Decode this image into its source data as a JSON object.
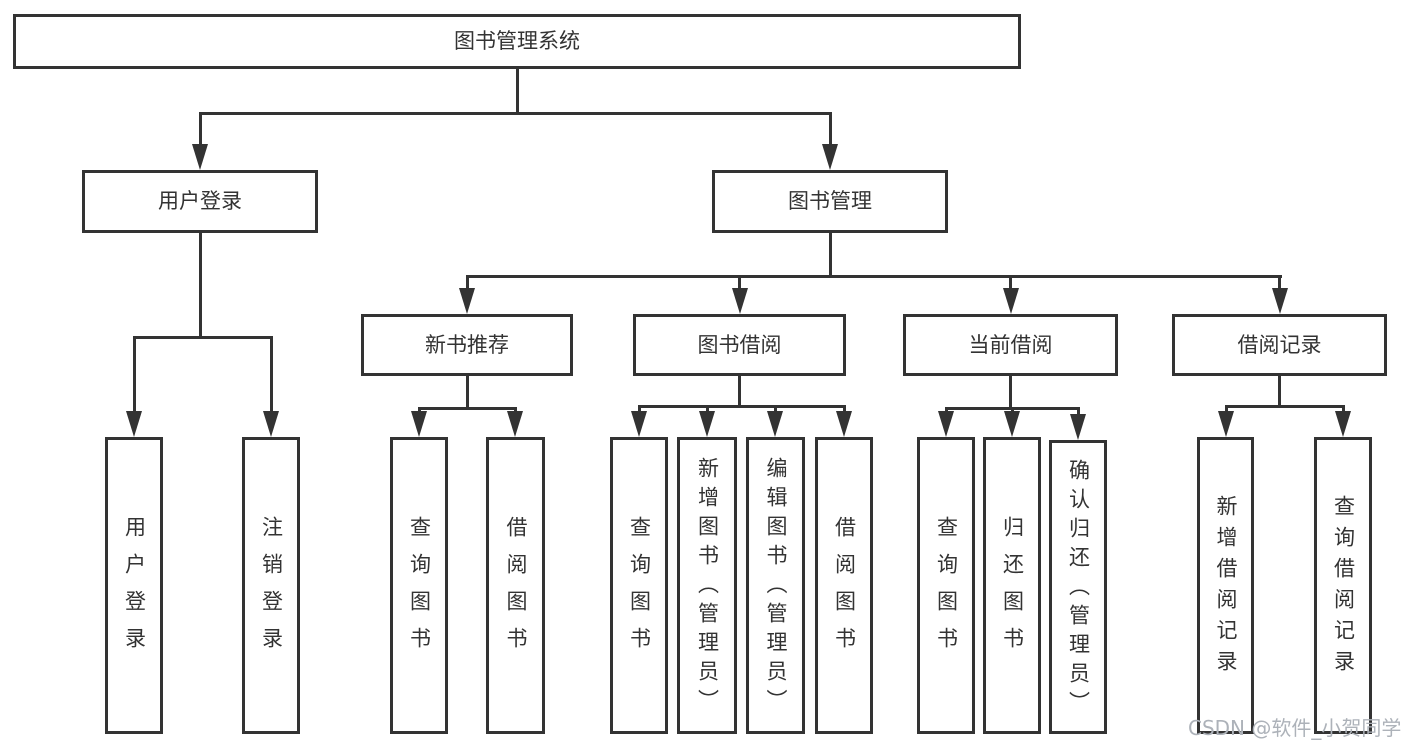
{
  "colors": {
    "line": "#333333",
    "text": "#333333",
    "background": "#ffffff",
    "watermark": "#adb2b9"
  },
  "tree": {
    "root": {
      "label": "图书管理系统"
    },
    "children": [
      {
        "label": "用户登录",
        "children": [
          {
            "label": "用户登录"
          },
          {
            "label": "注销登录"
          }
        ]
      },
      {
        "label": "图书管理",
        "children": [
          {
            "label": "新书推荐",
            "children": [
              {
                "label": "查询图书"
              },
              {
                "label": "借阅图书"
              }
            ]
          },
          {
            "label": "图书借阅",
            "children": [
              {
                "label": "查询图书"
              },
              {
                "label": "新增图书（管理员）"
              },
              {
                "label": "编辑图书（管理员）"
              },
              {
                "label": "借阅图书"
              }
            ]
          },
          {
            "label": "当前借阅",
            "children": [
              {
                "label": "查询图书"
              },
              {
                "label": "归还图书"
              },
              {
                "label": "确认归还（管理员）"
              }
            ]
          },
          {
            "label": "借阅记录",
            "children": [
              {
                "label": "新增借阅记录"
              },
              {
                "label": "查询借阅记录"
              }
            ]
          }
        ]
      }
    ]
  },
  "watermark": {
    "text": "CSDN @软件_小贺同学"
  }
}
